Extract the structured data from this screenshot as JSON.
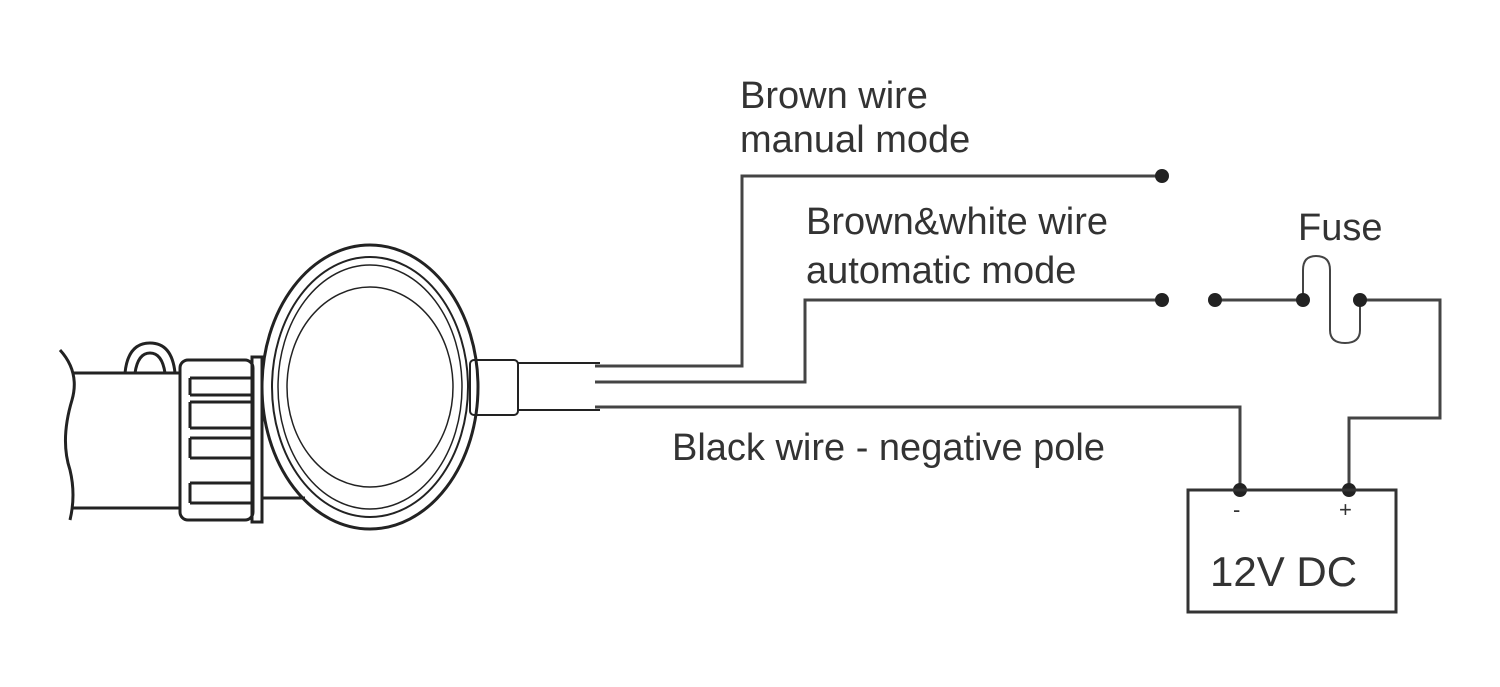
{
  "labels": {
    "brown_wire": "Brown wire",
    "brown_wire_mode": "manual mode",
    "brown_white_wire": "Brown&white wire",
    "brown_white_wire_mode": "automatic mode",
    "fuse": "Fuse",
    "black_wire": "Black wire - negative pole",
    "battery_negative": "-",
    "battery_positive": "+",
    "battery": "12V DC"
  }
}
